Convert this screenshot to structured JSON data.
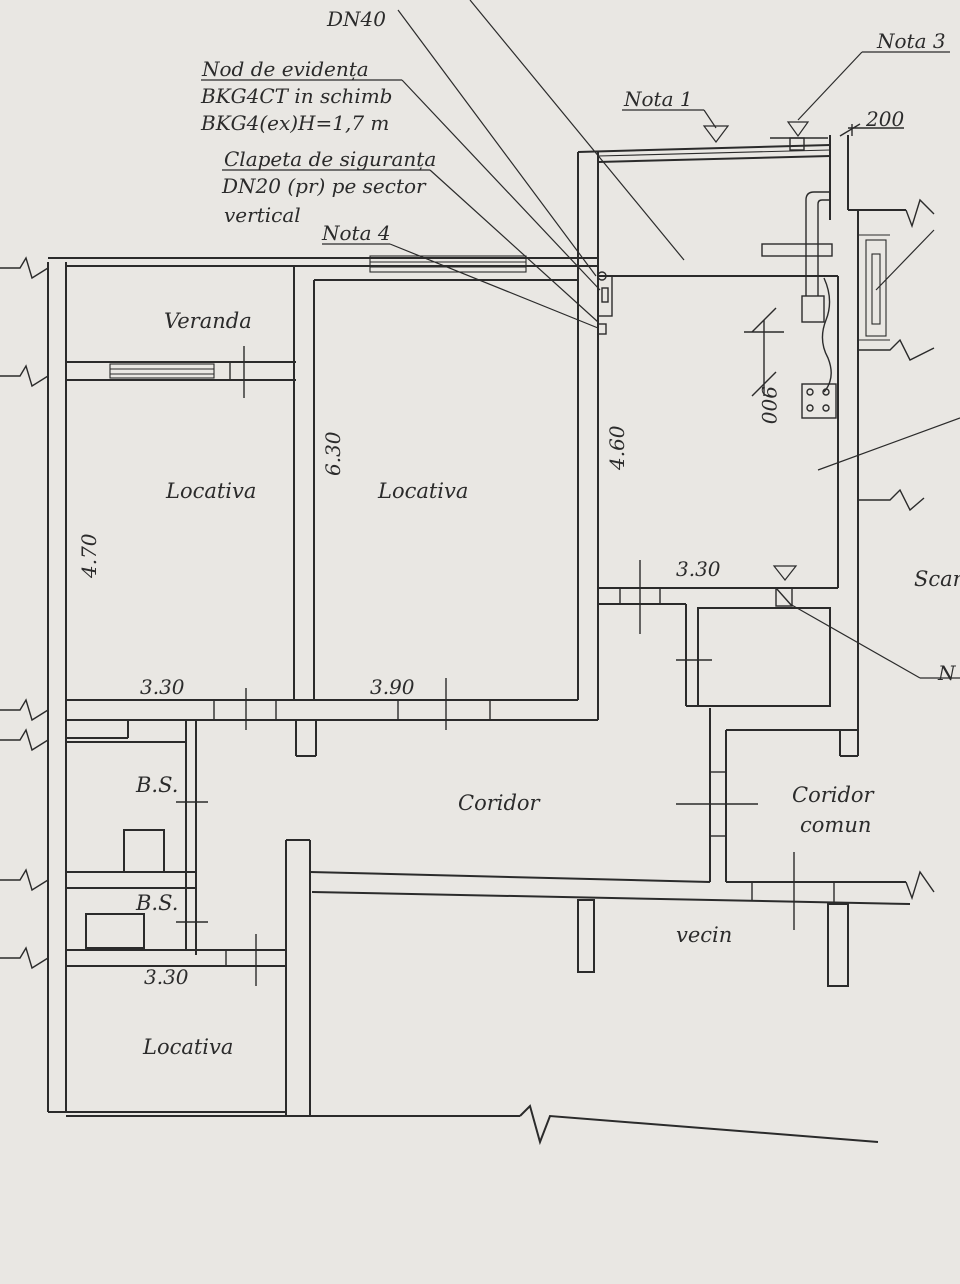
{
  "annotations": {
    "pipe_diameter": "DN40",
    "meter_line1": "Nod de evidența",
    "meter_line2": "BKG4CT in schimb",
    "meter_line3": "BKG4(ex)H=1,7 m",
    "valve_line1": "Clapeta de siguranța",
    "valve_line2": "DN20 (pr) pe sector",
    "valve_line3": "vertical",
    "nota1": "Nota 1",
    "nota3": "Nota 3",
    "nota4": "Nota 4",
    "nota_right_partial": "N",
    "offset_200": "200"
  },
  "rooms": {
    "veranda": "Veranda",
    "locativa_left": "Locativa",
    "locativa_center": "Locativa",
    "bs_upper": "B.S.",
    "bs_lower": "B.S.",
    "coridor": "Coridor",
    "coridor_comun_1": "Coridor",
    "coridor_comun_2": "comun",
    "vecin": "vecin",
    "locativa_bottom": "Locativa",
    "scara_partial": "Scar"
  },
  "dimensions": {
    "left_height": "4.70",
    "center_height": "6.30",
    "kitchen_height": "4.60",
    "left_width": "3.30",
    "center_width": "3.90",
    "kitchen_width": "3.30",
    "bottom_width": "3.30",
    "stove_height": "900"
  }
}
